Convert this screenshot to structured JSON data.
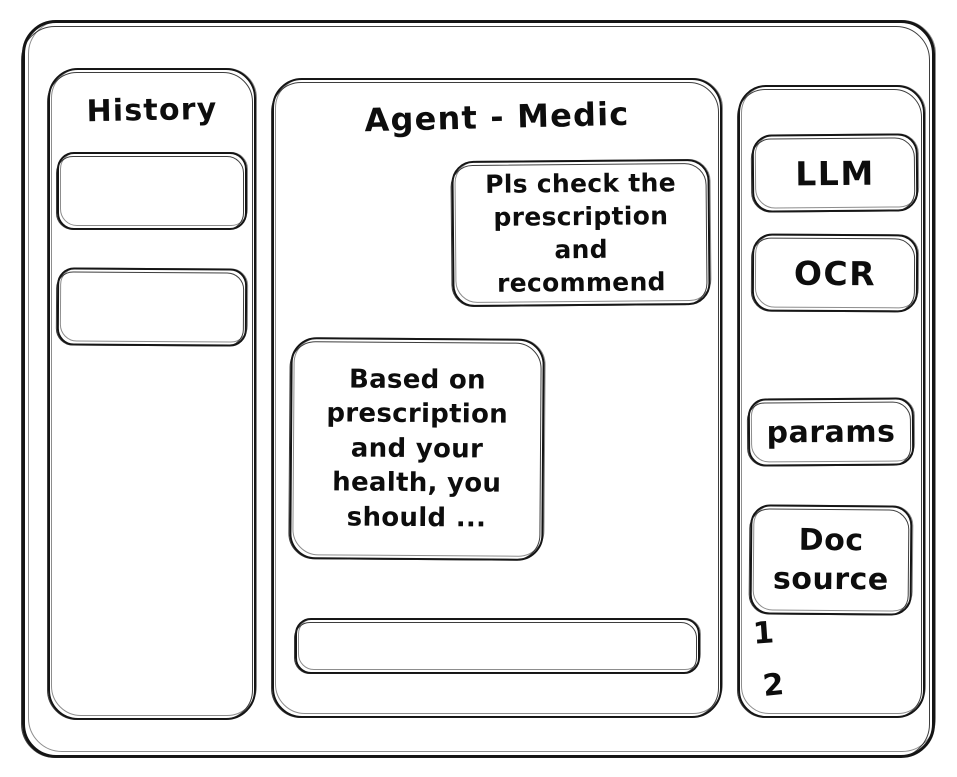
{
  "window": {
    "frame_label": "app-window"
  },
  "history": {
    "title": "History",
    "items": [
      {
        "label": ""
      },
      {
        "label": ""
      }
    ]
  },
  "main": {
    "title": "Agent - Medic",
    "messages": [
      {
        "role": "user",
        "text": "Pls check the prescription and recommend"
      },
      {
        "role": "agent",
        "text": "Based on prescription and your health, you should ..."
      }
    ],
    "composer": {
      "value": "",
      "placeholder": ""
    }
  },
  "tools": {
    "buttons": [
      {
        "label": "LLM"
      },
      {
        "label": "OCR"
      },
      {
        "label": "params"
      },
      {
        "label": "Doc source"
      }
    ],
    "doc_sources": [
      {
        "marker": "1"
      },
      {
        "marker": "2"
      }
    ]
  },
  "style": {
    "stroke_color": "#141414",
    "background_color": "#ffffff"
  }
}
